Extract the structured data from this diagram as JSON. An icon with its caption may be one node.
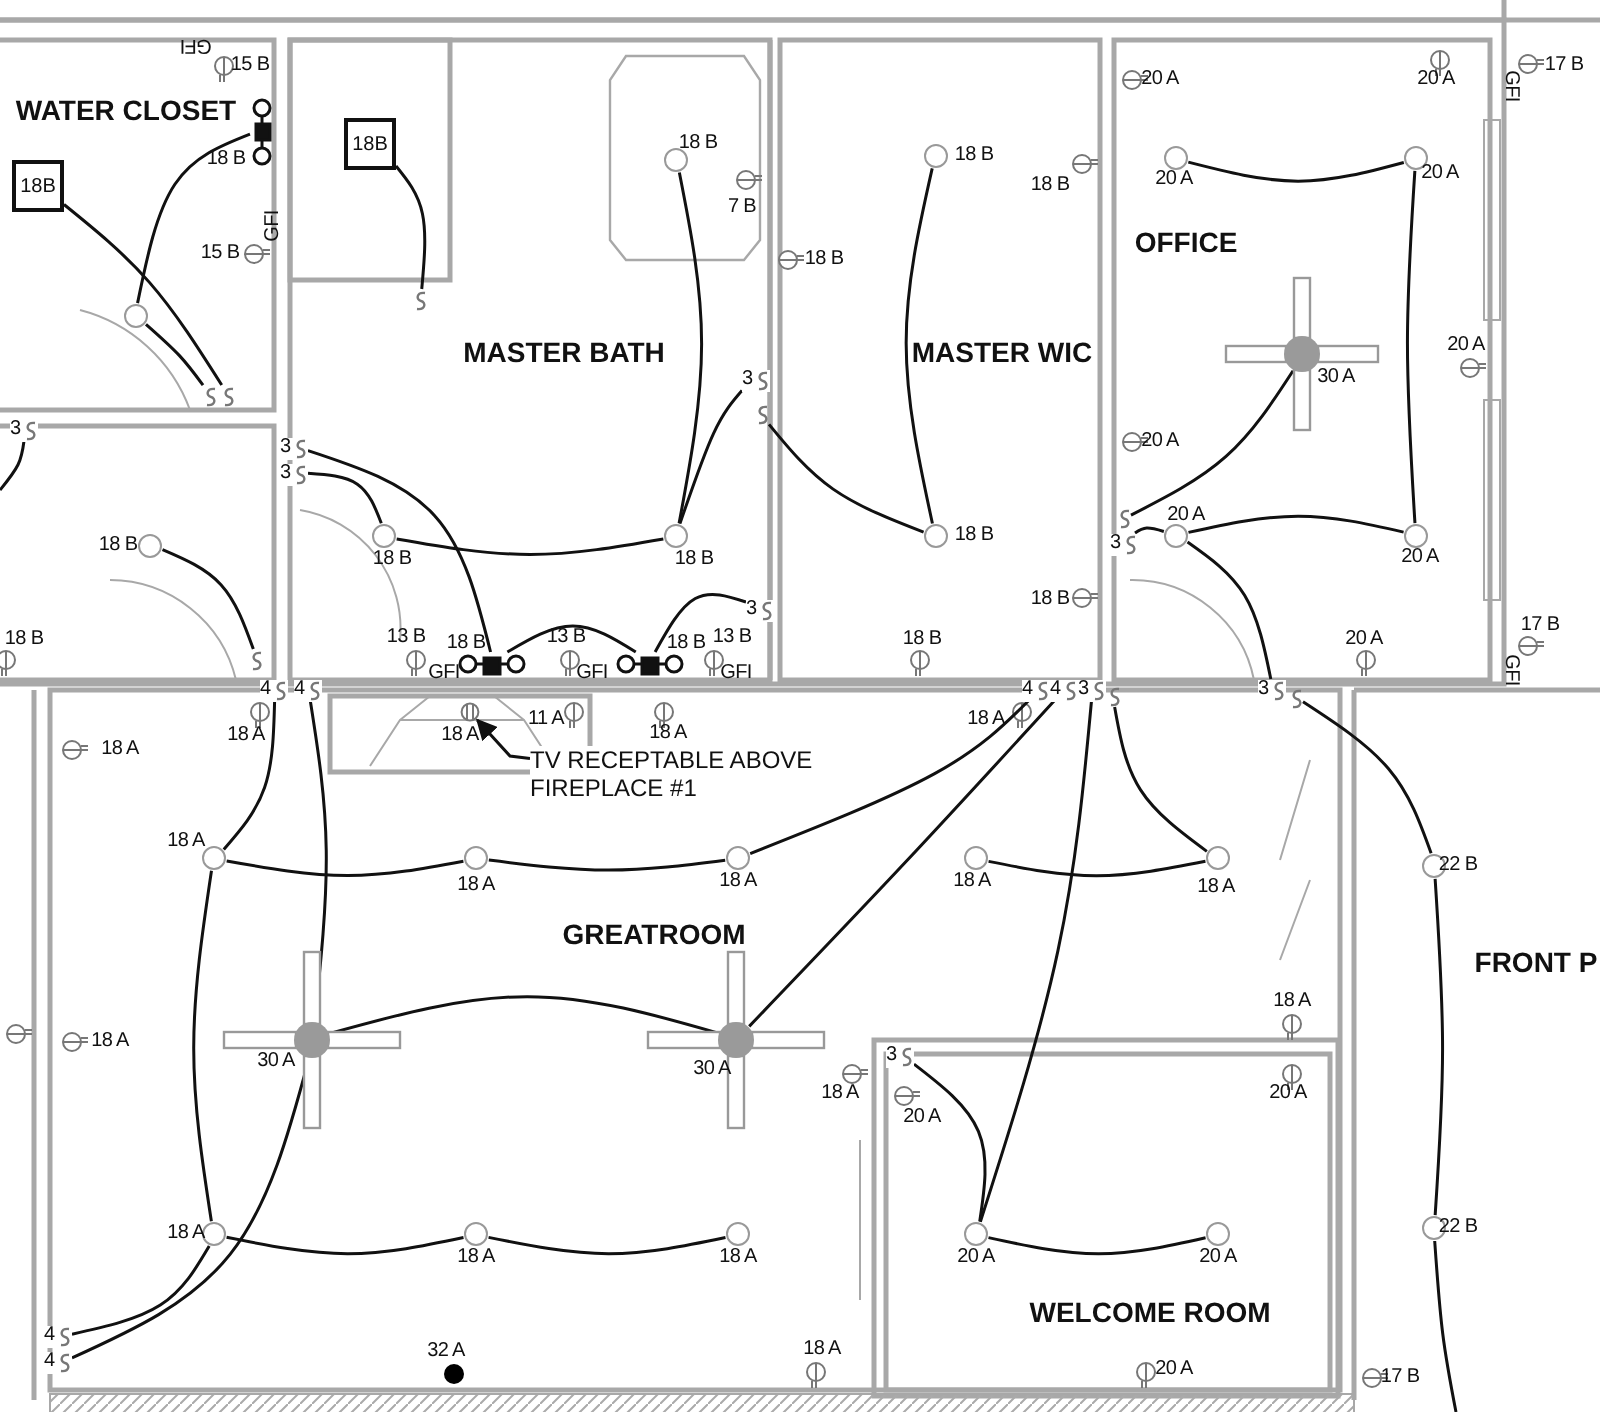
{
  "diagram": {
    "nodes": [
      {
        "text": [
          "18B"
        ]
      },
      {
        "text": [],
        "shape": "bar",
        "beside": [
          "18 B"
        ]
      },
      {
        "text": [],
        "shape": "circle"
      },
      {
        "text": [],
        "shape": "switch"
      },
      {
        "text": [],
        "shape": "switch"
      },
      {
        "text": [
          "18B"
        ]
      },
      {
        "text": [],
        "shape": "switch"
      },
      {
        "text": [],
        "shape": "circle",
        "beside": [
          "18 B"
        ]
      },
      {
        "text": [
          "3"
        ]
      },
      {
        "text": [
          "3"
        ]
      },
      {
        "text": [],
        "shape": "circle",
        "beside": [
          "18 B"
        ]
      },
      {
        "text": [],
        "shape": "circle",
        "beside": [
          "18 B"
        ]
      },
      {
        "text": [
          "3"
        ]
      },
      {
        "text": [],
        "shape": "switch"
      },
      {
        "text": [],
        "shape": "bar",
        "beside": [
          "18 B"
        ]
      },
      {
        "text": [],
        "shape": "bar",
        "beside": [
          "18 B"
        ]
      },
      {
        "text": [
          "3"
        ]
      },
      {
        "text": [],
        "shape": "circle",
        "beside": [
          "18 B"
        ]
      },
      {
        "text": [],
        "shape": "switch"
      },
      {
        "text": [
          "3"
        ]
      },
      {
        "text": [],
        "shape": "circle",
        "beside": [
          "18 B"
        ]
      },
      {
        "text": [],
        "shape": "circle",
        "beside": [
          "18 B"
        ]
      },
      {
        "text": [],
        "shape": "circle",
        "beside": [
          "20 A"
        ]
      },
      {
        "text": [],
        "shape": "circle",
        "beside": [
          "20 A"
        ]
      },
      {
        "text": [],
        "shape": "fan",
        "beside": [
          "30 A"
        ]
      },
      {
        "text": [],
        "shape": "switch"
      },
      {
        "text": [
          "3"
        ]
      },
      {
        "text": [],
        "shape": "circle",
        "beside": [
          "20 A"
        ]
      },
      {
        "text": [],
        "shape": "circle",
        "beside": [
          "20 A"
        ]
      },
      {
        "text": [
          "4"
        ]
      },
      {
        "text": [
          "4"
        ]
      },
      {
        "text": [],
        "shape": "circle",
        "beside": [
          "18 A"
        ]
      },
      {
        "text": [],
        "shape": "circle",
        "beside": [
          "18 A"
        ]
      },
      {
        "text": [],
        "shape": "circle",
        "beside": [
          "18 A"
        ]
      },
      {
        "text": [],
        "shape": "fan",
        "beside": [
          "30 A"
        ]
      },
      {
        "text": [],
        "shape": "fan",
        "beside": [
          "30 A"
        ]
      },
      {
        "text": [],
        "shape": "circle",
        "beside": [
          "18 A"
        ]
      },
      {
        "text": [],
        "shape": "circle",
        "beside": [
          "18 A"
        ]
      },
      {
        "text": [],
        "shape": "circle",
        "beside": [
          "18 A"
        ]
      },
      {
        "text": [
          "4"
        ]
      },
      {
        "text": [
          "4"
        ]
      },
      {
        "text": [
          "4"
        ]
      },
      {
        "text": [
          "4"
        ]
      },
      {
        "text": [
          "3"
        ]
      },
      {
        "text": [],
        "shape": "switch"
      },
      {
        "text": [],
        "shape": "circle",
        "beside": [
          "18 A"
        ]
      },
      {
        "text": [],
        "shape": "circle",
        "beside": [
          "18 A"
        ]
      },
      {
        "text": [
          "3"
        ]
      },
      {
        "text": [],
        "shape": "switch"
      },
      {
        "text": [],
        "shape": "circle",
        "beside": [
          "22 B"
        ]
      },
      {
        "text": [],
        "shape": "circle",
        "beside": [
          "22 B"
        ]
      },
      {
        "text": [
          "3"
        ]
      },
      {
        "text": [],
        "shape": "circle",
        "beside": [
          "20 A"
        ]
      },
      {
        "text": [],
        "shape": "circle",
        "beside": [
          "20 A"
        ]
      },
      {
        "text": [
          "TV RECEPTABLE ABOVE FIREPLACE #1"
        ]
      },
      {
        "text": [],
        "shape": "outlet",
        "beside": [
          "18 A"
        ]
      }
    ],
    "edges": [
      {
        "from": 0,
        "to": 4,
        "arrow": "none"
      },
      {
        "from": 2,
        "to": 1,
        "arrow": "none"
      },
      {
        "from": 2,
        "to": 3,
        "arrow": "none"
      },
      {
        "from": 5,
        "to": 6,
        "arrow": "none"
      },
      {
        "from": 7,
        "to": 11,
        "arrow": "none"
      },
      {
        "from": 8,
        "to": 14,
        "arrow": "none"
      },
      {
        "from": 9,
        "to": 10,
        "arrow": "none"
      },
      {
        "from": 10,
        "to": 11,
        "arrow": "none"
      },
      {
        "from": 11,
        "to": 12,
        "arrow": "none"
      },
      {
        "from": 13,
        "to": 21,
        "arrow": "none"
      },
      {
        "from": 14,
        "to": 15,
        "arrow": "none"
      },
      {
        "from": 15,
        "to": 16,
        "arrow": "none"
      },
      {
        "from": 17,
        "to": 18,
        "arrow": "none"
      },
      {
        "from": 19,
        "to": null,
        "arrow": "none"
      },
      {
        "from": 20,
        "to": 21,
        "arrow": "none"
      },
      {
        "from": 22,
        "to": 23,
        "arrow": "none"
      },
      {
        "from": 23,
        "to": 28,
        "arrow": "none"
      },
      {
        "from": 27,
        "to": 28,
        "arrow": "none"
      },
      {
        "from": 24,
        "to": 25,
        "arrow": "none"
      },
      {
        "from": 26,
        "to": 27,
        "arrow": "none"
      },
      {
        "from": 27,
        "to": 47,
        "arrow": "none"
      },
      {
        "from": 31,
        "to": 29,
        "arrow": "none"
      },
      {
        "from": 30,
        "to": 34,
        "arrow": "none"
      },
      {
        "from": 31,
        "to": 36,
        "arrow": "none"
      },
      {
        "from": 31,
        "to": 32,
        "arrow": "none"
      },
      {
        "from": 32,
        "to": 33,
        "arrow": "none"
      },
      {
        "from": 33,
        "to": 41,
        "arrow": "none"
      },
      {
        "from": 34,
        "to": 35,
        "arrow": "none"
      },
      {
        "from": 35,
        "to": 42,
        "arrow": "none"
      },
      {
        "from": 36,
        "to": 37,
        "arrow": "none"
      },
      {
        "from": 37,
        "to": 38,
        "arrow": "none"
      },
      {
        "from": 36,
        "to": 39,
        "arrow": "none"
      },
      {
        "from": 34,
        "to": 40,
        "arrow": "none"
      },
      {
        "from": 45,
        "to": 46,
        "arrow": "none"
      },
      {
        "from": 46,
        "to": 44,
        "arrow": "none"
      },
      {
        "from": 43,
        "to": 52,
        "arrow": "none"
      },
      {
        "from": 48,
        "to": 49,
        "arrow": "none"
      },
      {
        "from": 49,
        "to": 50,
        "arrow": "none"
      },
      {
        "from": 50,
        "to": null,
        "arrow": "none"
      },
      {
        "from": 51,
        "to": 52,
        "arrow": "none"
      },
      {
        "from": 52,
        "to": 53,
        "arrow": "none"
      },
      {
        "from": 54,
        "to": 55,
        "arrow": "to"
      }
    ],
    "labels": [
      "WATER CLOSET",
      "GFI",
      "15 B",
      "15 B",
      "GFI",
      "MASTER BATH",
      "7 B",
      "18 B",
      "MASTER WIC",
      "18 B",
      "20 A",
      "20 A",
      "GFI",
      "17 B",
      "OFFICE",
      "20 A",
      "20 A",
      "18 B",
      "18 B",
      "20 A",
      "17 B",
      "GFI",
      "18 B",
      "13 B",
      "GFI",
      "13 B",
      "GFI",
      "13 B",
      "GFI",
      "18 A",
      "18 A",
      "11 A",
      "18 A",
      "18 A",
      "GREATROOM",
      "FRONT P",
      "18 A",
      "18 A",
      "18 A",
      "20 A",
      "20 A",
      "WELCOME ROOM",
      "32 A",
      "18 A",
      "20 A",
      "17 B"
    ]
  }
}
